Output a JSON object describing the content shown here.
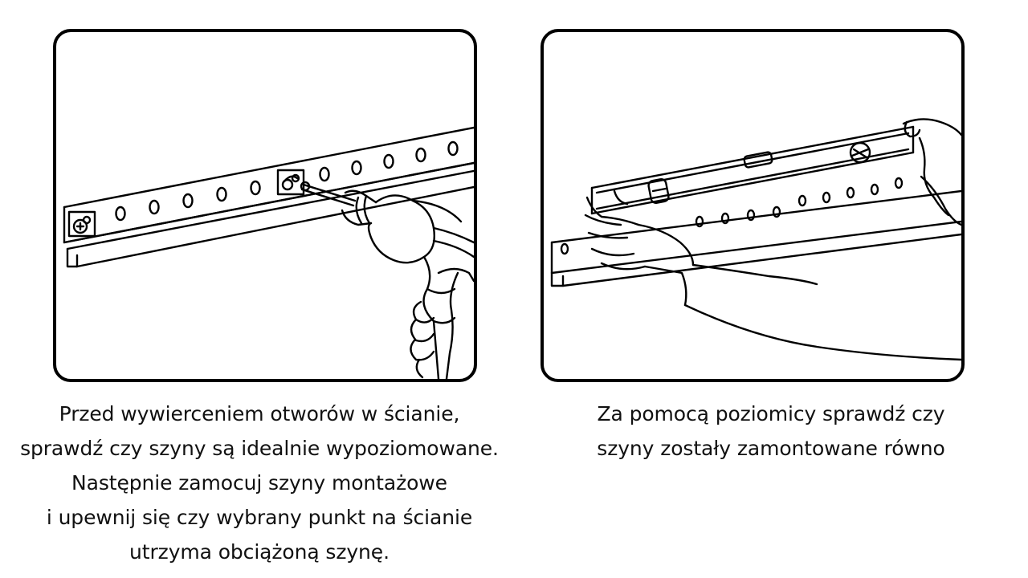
{
  "panels": [
    {
      "illustration": "drill-icon",
      "caption_lines": [
        "Przed wywierceniem otworów w ścianie,",
        "sprawdź czy szyny są idealnie wypoziomowane.",
        "Następnie zamocuj szyny montażowe",
        "i upewnij się czy wybrany punkt na ścianie",
        "utrzyma obciążoną szynę."
      ]
    },
    {
      "illustration": "spirit-level-icon",
      "caption_lines": [
        "Za pomocą poziomicy sprawdź czy",
        "szyny zostały zamontowane równo"
      ]
    }
  ],
  "colors": {
    "line": "#000000",
    "background": "#ffffff",
    "text": "#111111"
  }
}
